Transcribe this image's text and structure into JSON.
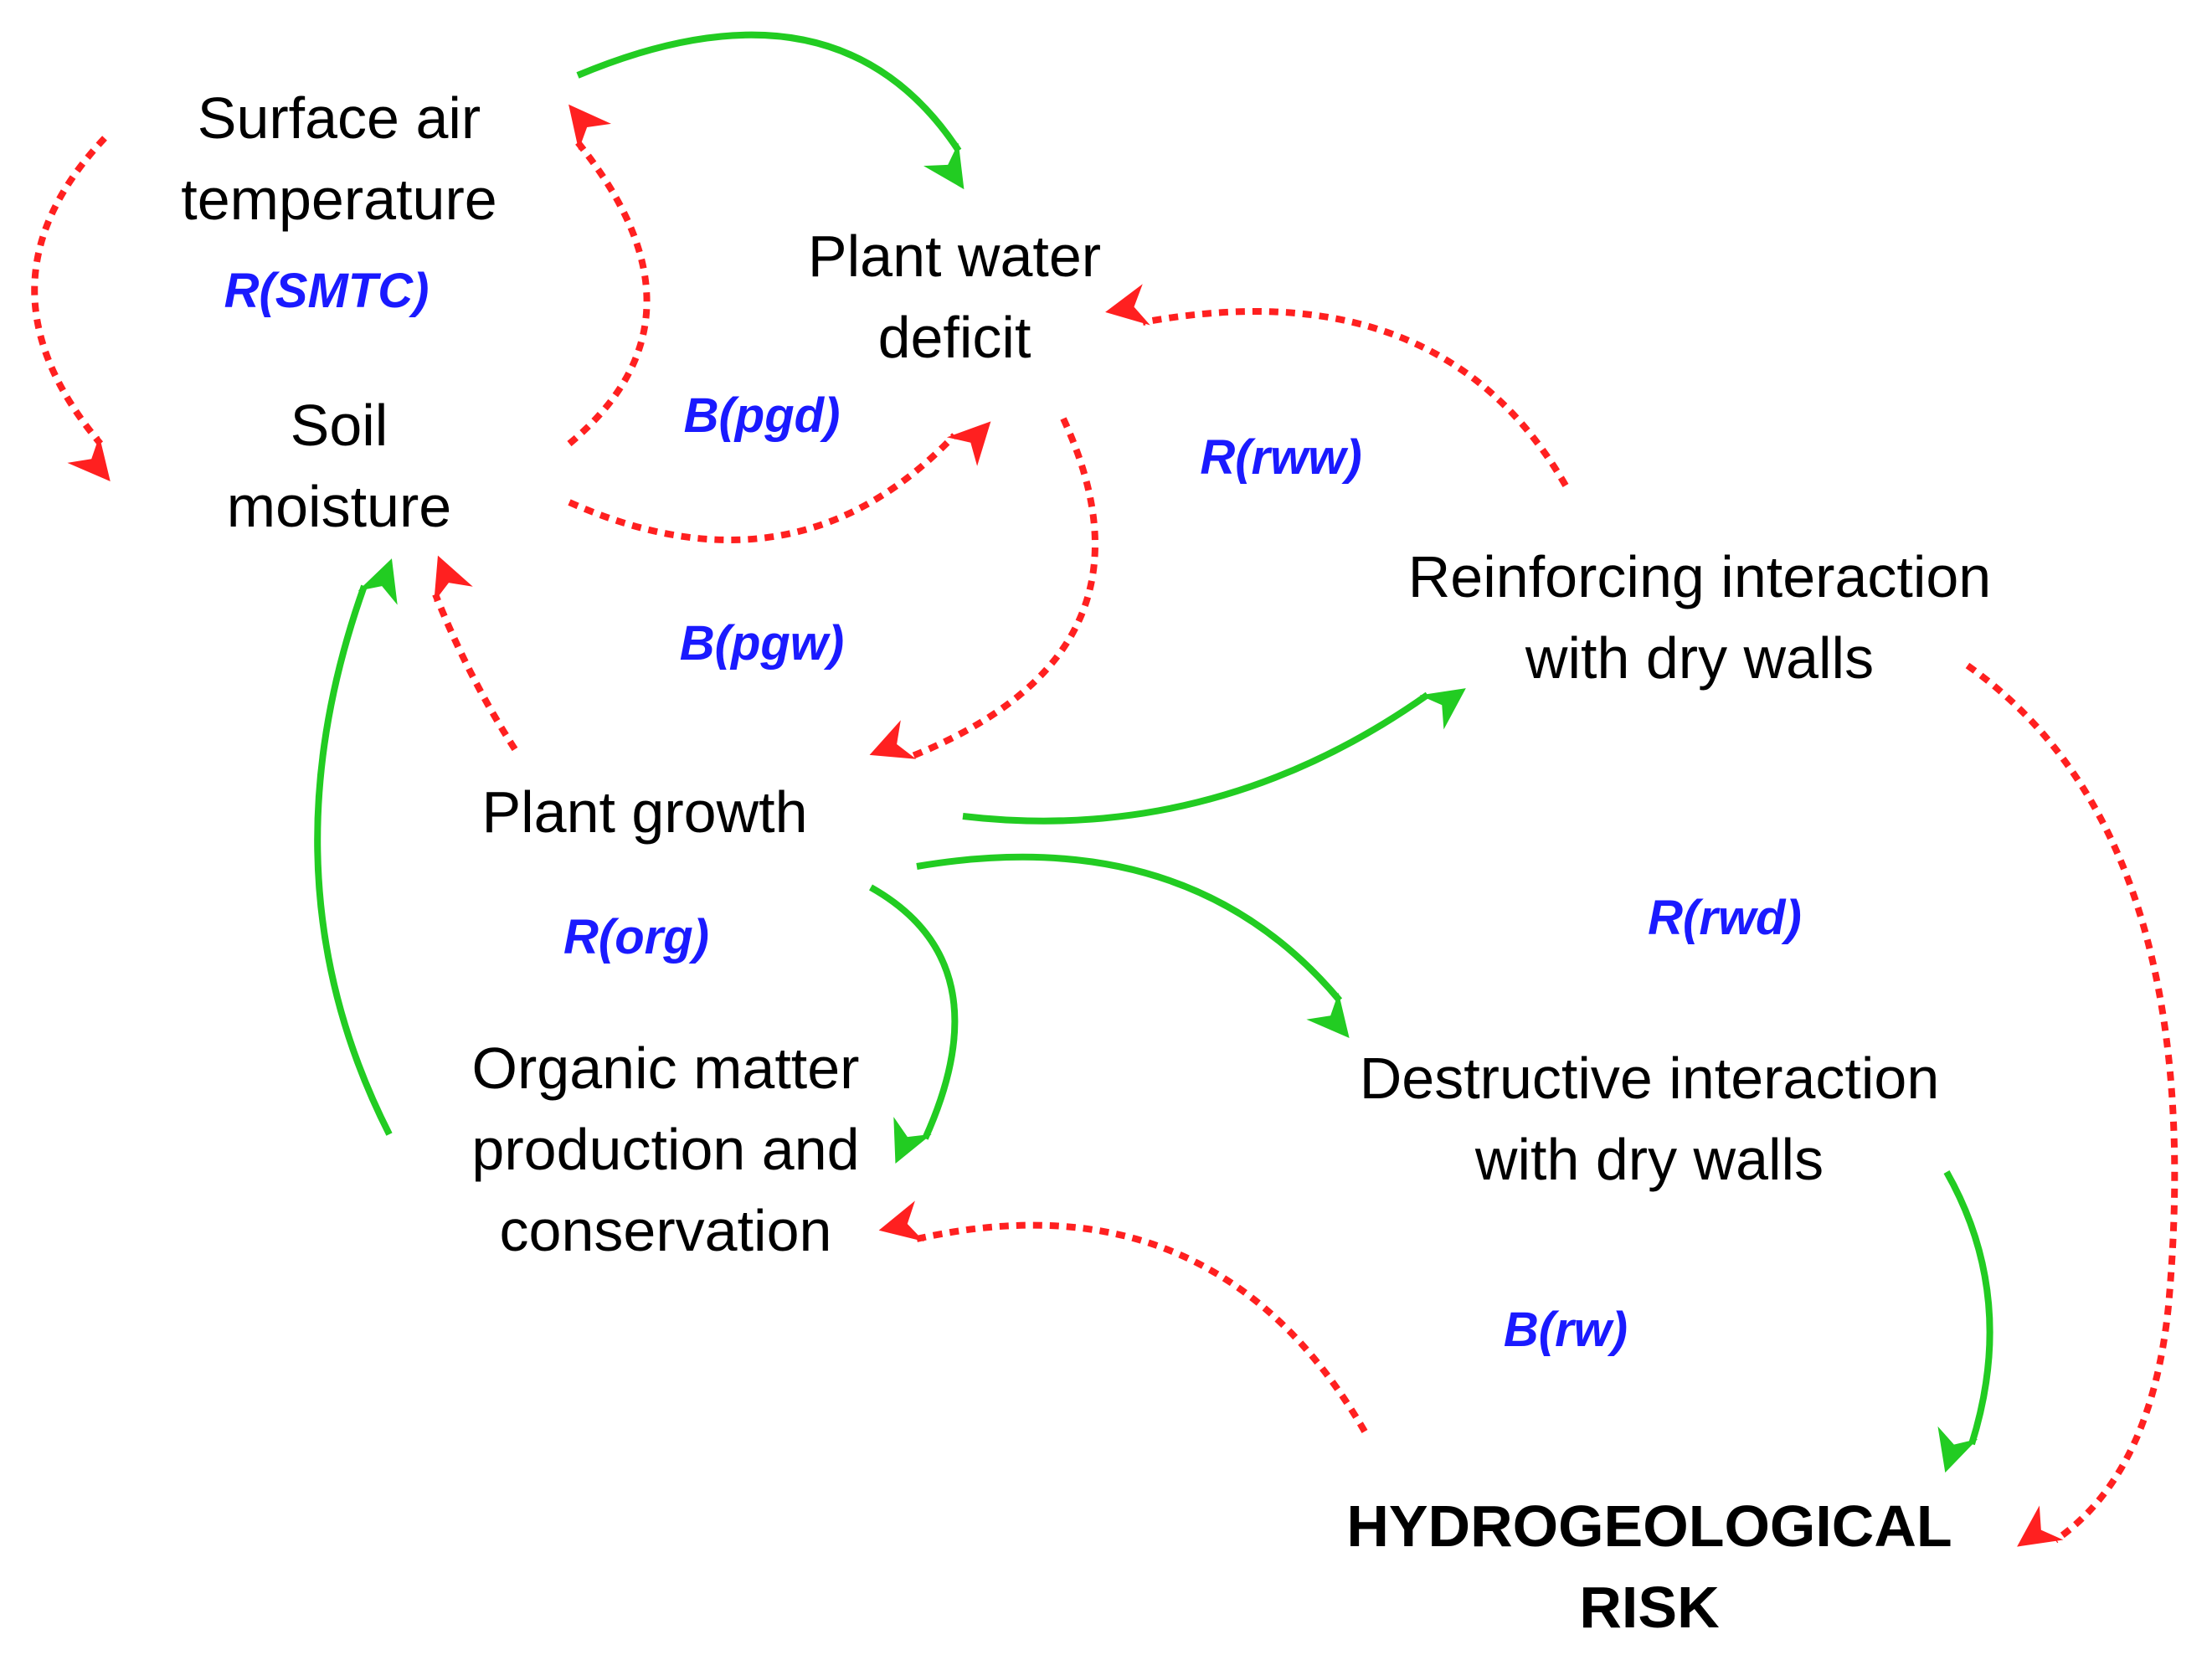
{
  "colors": {
    "positive_link": "#22cc22",
    "negative_link": "#ff2020",
    "loop_label": "#1a1aff",
    "node_text": "#000000"
  },
  "nodes": {
    "surface_air_temperature": {
      "lines": [
        "Surface air",
        "temperature"
      ]
    },
    "soil_moisture": {
      "lines": [
        "Soil",
        "moisture"
      ]
    },
    "plant_water_deficit": {
      "lines": [
        "Plant water",
        "deficit"
      ]
    },
    "plant_growth": {
      "lines": [
        "Plant growth"
      ]
    },
    "organic_matter": {
      "lines": [
        "Organic matter",
        "production and",
        "conservation"
      ]
    },
    "reinforcing_interaction": {
      "lines": [
        "Reinforcing interaction",
        "with dry walls"
      ]
    },
    "destructive_interaction": {
      "lines": [
        "Destructive interaction",
        "with dry walls"
      ]
    },
    "hydrogeological_risk": {
      "lines": [
        "HYDROGEOLOGICAL",
        "RISK"
      ]
    }
  },
  "loops": {
    "smtc": "R(SMTC)",
    "pgd": "B(pgd)",
    "rww": "R(rww)",
    "pgw": "B(pgw)",
    "org": "R(org)",
    "rwd": "R(rwd)",
    "rw": "B(rw)"
  },
  "links": [
    {
      "from": "Surface air temperature",
      "to": "Plant water deficit",
      "polarity": "positive"
    },
    {
      "from": "Surface air temperature",
      "to": "Soil moisture",
      "polarity": "negative"
    },
    {
      "from": "Soil moisture",
      "to": "Surface air temperature",
      "polarity": "negative"
    },
    {
      "from": "Soil moisture",
      "to": "Plant water deficit",
      "polarity": "negative"
    },
    {
      "from": "Plant water deficit",
      "to": "Plant growth",
      "polarity": "negative"
    },
    {
      "from": "Reinforcing interaction with dry walls",
      "to": "Plant water deficit",
      "polarity": "negative"
    },
    {
      "from": "Plant growth",
      "to": "Soil moisture",
      "polarity": "negative"
    },
    {
      "from": "Plant growth",
      "to": "Reinforcing interaction with dry walls",
      "polarity": "positive"
    },
    {
      "from": "Plant growth",
      "to": "Destructive interaction with dry walls",
      "polarity": "positive"
    },
    {
      "from": "Plant growth",
      "to": "Organic matter production and conservation",
      "polarity": "positive"
    },
    {
      "from": "Organic matter production and conservation",
      "to": "Soil moisture",
      "polarity": "positive"
    },
    {
      "from": "Reinforcing interaction with dry walls",
      "to": "HYDROGEOLOGICAL RISK",
      "polarity": "negative"
    },
    {
      "from": "Destructive interaction with dry walls",
      "to": "HYDROGEOLOGICAL RISK",
      "polarity": "positive"
    },
    {
      "from": "HYDROGEOLOGICAL RISK",
      "to": "Organic matter production and conservation",
      "polarity": "negative"
    }
  ]
}
